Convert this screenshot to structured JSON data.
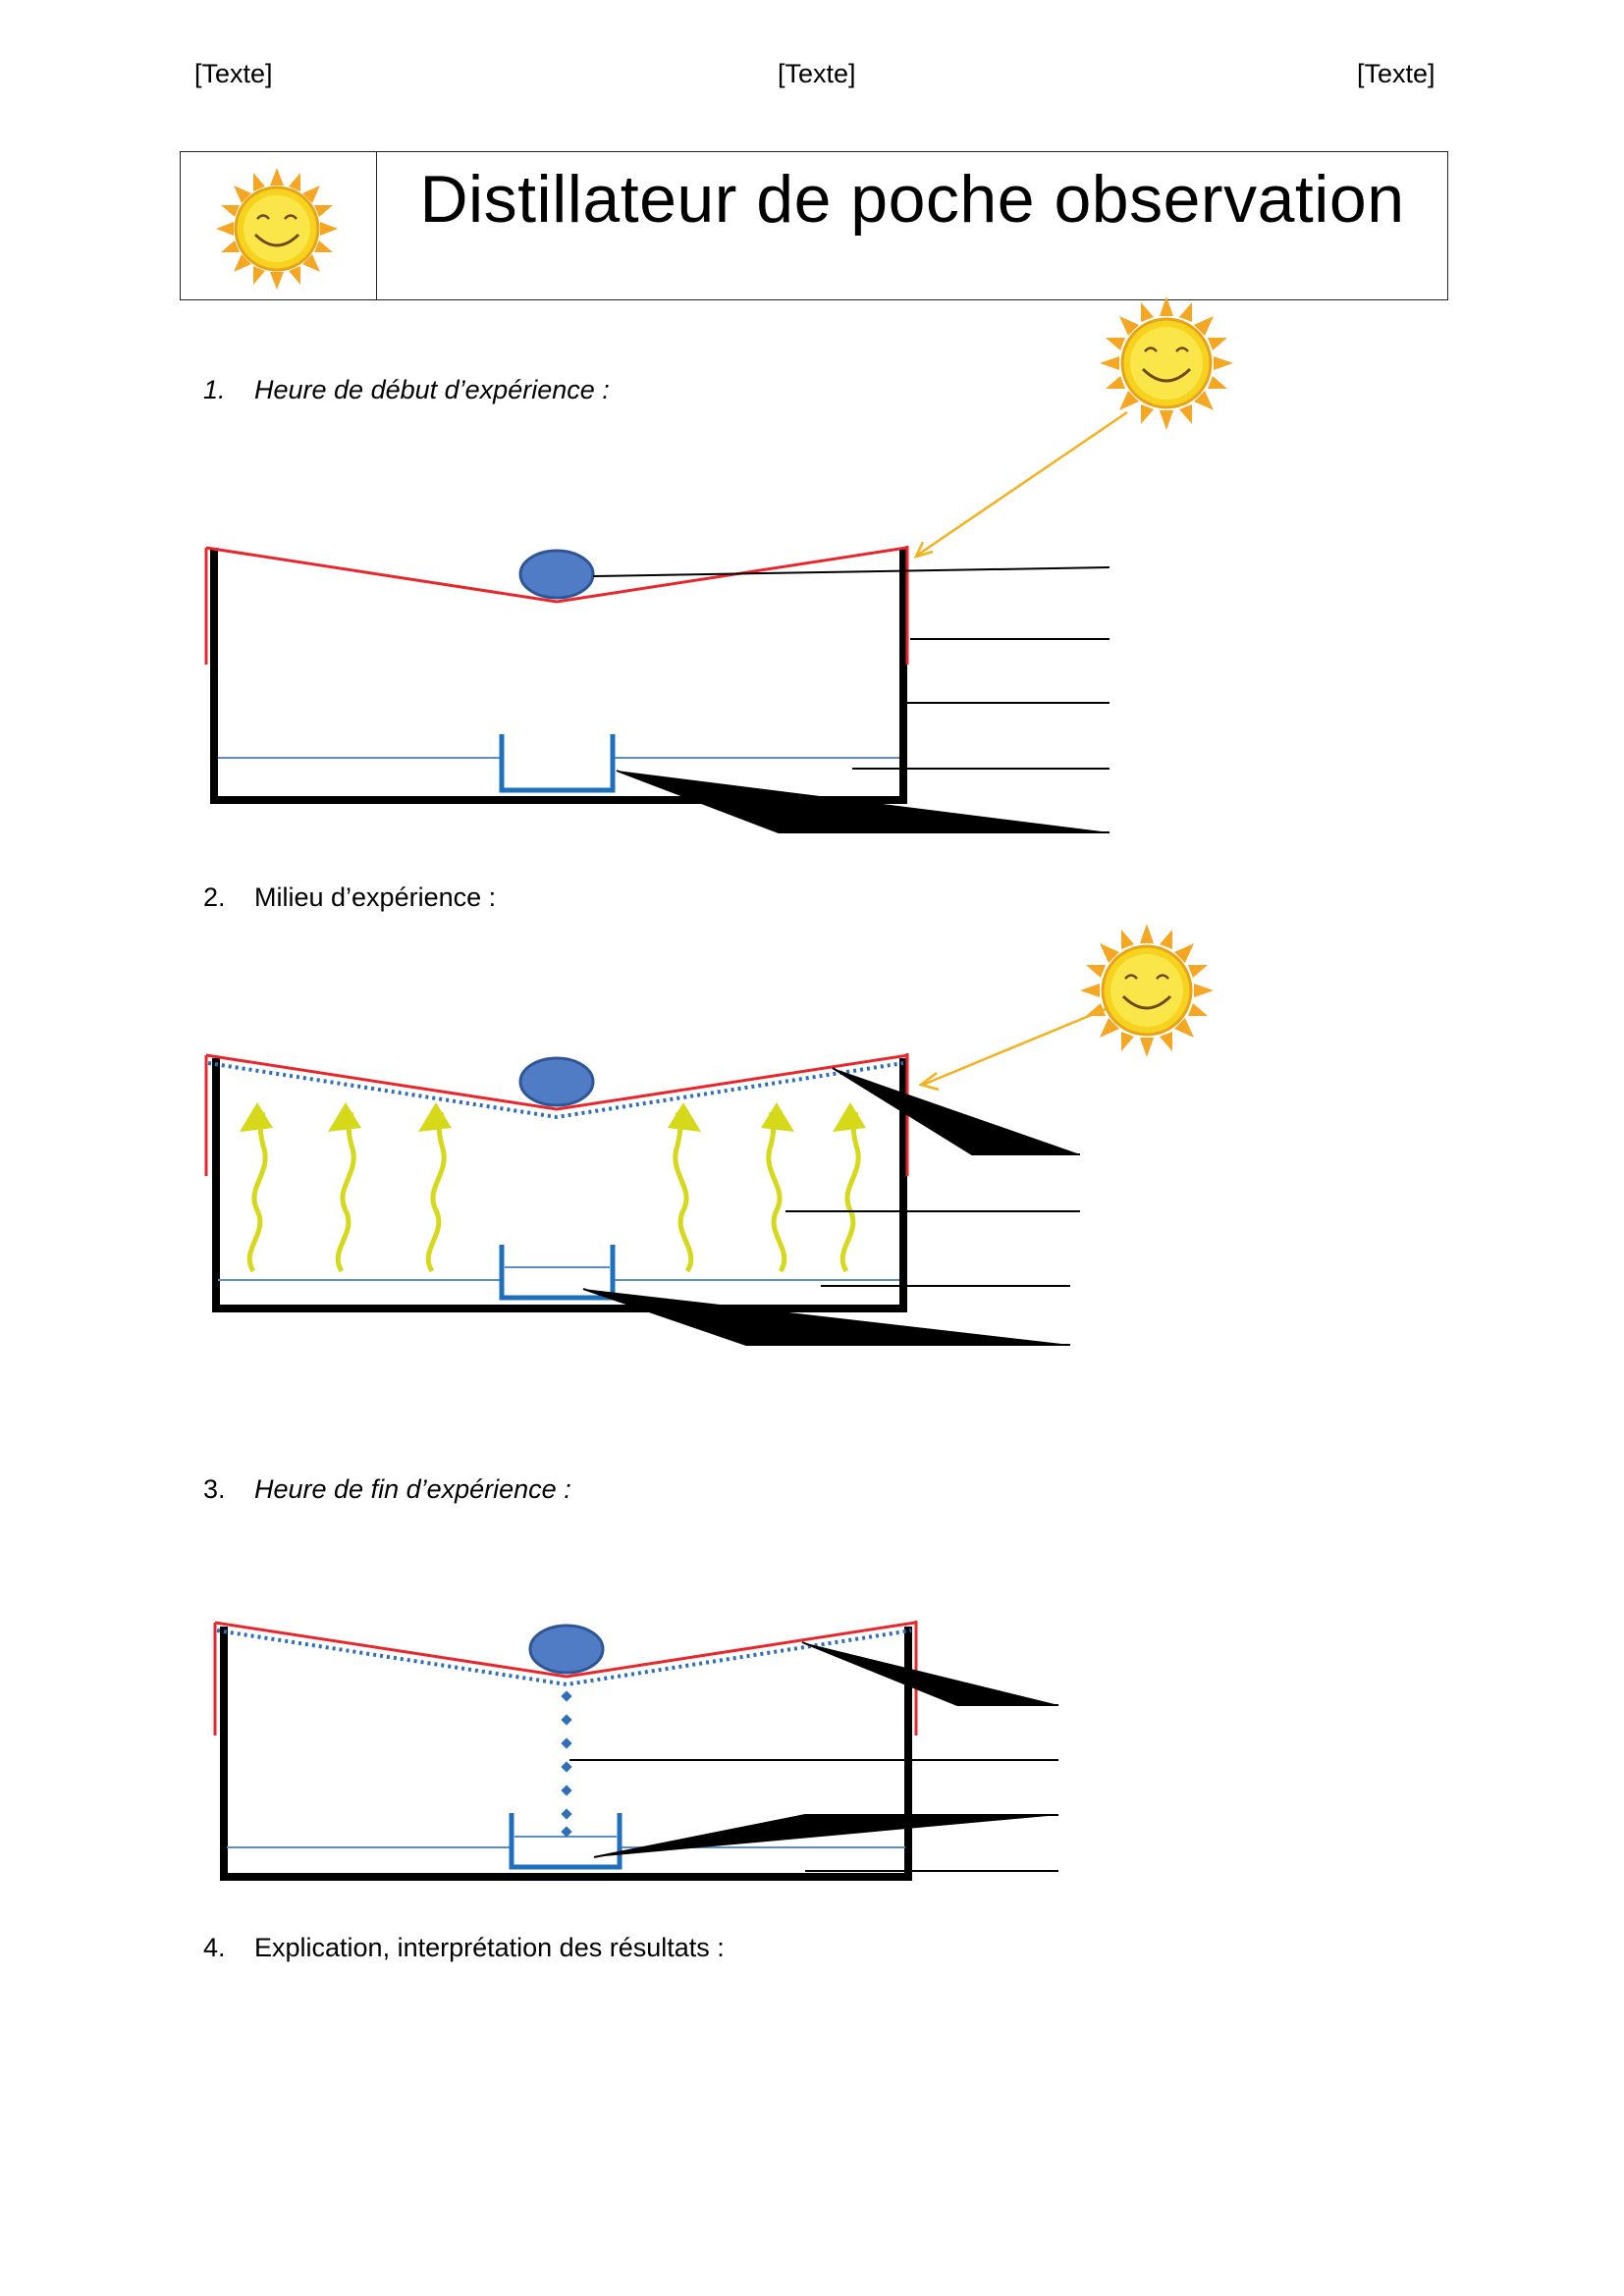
{
  "header": {
    "left": "[Texte]",
    "center": "[Texte]",
    "right": "[Texte]"
  },
  "title": "Distillateur de poche observation",
  "questions": [
    {
      "number": "1.",
      "text": "Heure de début d’expérience :"
    },
    {
      "number": "2.",
      "text": "Milieu d’expérience :"
    },
    {
      "number": "3.",
      "text": "Heure de fin d’expérience :"
    },
    {
      "number": "4.",
      "text": "Explication, interprétation des résultats :"
    }
  ],
  "icons": [
    "sun-icon",
    "arrow-icon",
    "stone-icon",
    "vapor-arrow-icon"
  ],
  "colors": {
    "film": "#e8262b",
    "container": "#000000",
    "cup": "#1f6fbf",
    "water": "#5b8fc9",
    "stone": "#4f7cc4",
    "sun_ray": "#f3b21c",
    "vapor": "#d6d91a",
    "droplets": "#2f6fb5"
  }
}
